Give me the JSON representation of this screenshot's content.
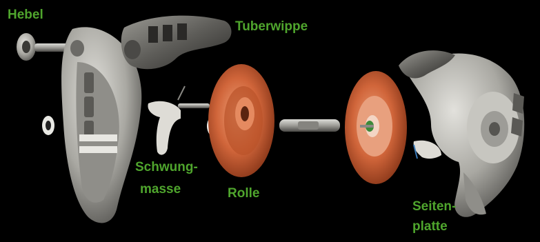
{
  "colors": {
    "label": "#4fa52d",
    "background": "#000000",
    "housing": "#b8b7b2",
    "spool": "#c4562a"
  },
  "labels": {
    "hebel": "Hebel",
    "tuberwippe": "Tuberwippe",
    "schwungmasse_1": "Schwung-",
    "schwungmasse_2": "masse",
    "rolle": "Rolle",
    "seitenplatte_1": "Seiten-",
    "seitenplatte_2": "platte"
  }
}
